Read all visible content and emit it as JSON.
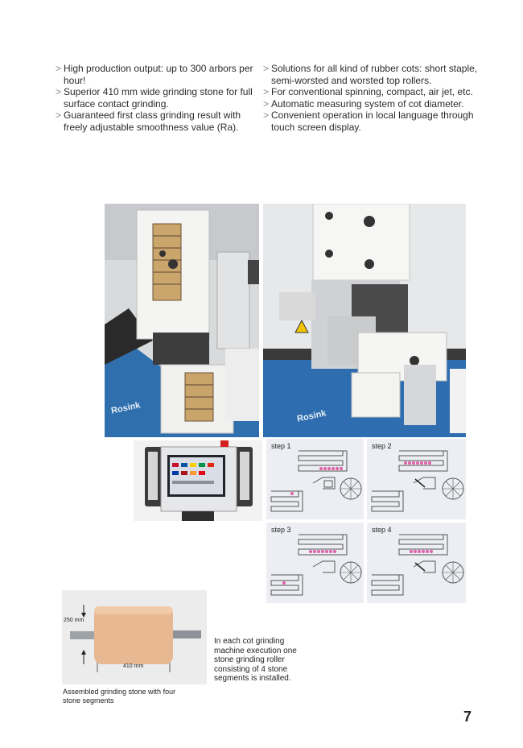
{
  "features_left": [
    "High production output: up to 300 arbors per hour!",
    "Superior 410 mm wide grinding stone for full surface contact grinding.",
    "Guaranteed first class grinding result with freely adjustable smoothness value (Ra)."
  ],
  "features_right": [
    "Solutions for all kind of rubber cots: short staple, semi-worsted and worsted top rollers.",
    "For conventional spinning, compact, air jet, etc.",
    "Automatic measuring system of cot diameter.",
    "Convenient operation in local language through touch screen display."
  ],
  "brand_left": "Rosink",
  "brand_right": "Rosink",
  "steps": [
    "step 1",
    "step 2",
    "step 3",
    "step 4"
  ],
  "stone": {
    "height_label": "250 mm",
    "width_label": "410 mm",
    "caption": "Assembled grinding stone with four stone segments"
  },
  "info_text": "In each cot grinding machine execution one stone grinding roller consisting of 4 stone segments is installed.",
  "page_number": "7"
}
